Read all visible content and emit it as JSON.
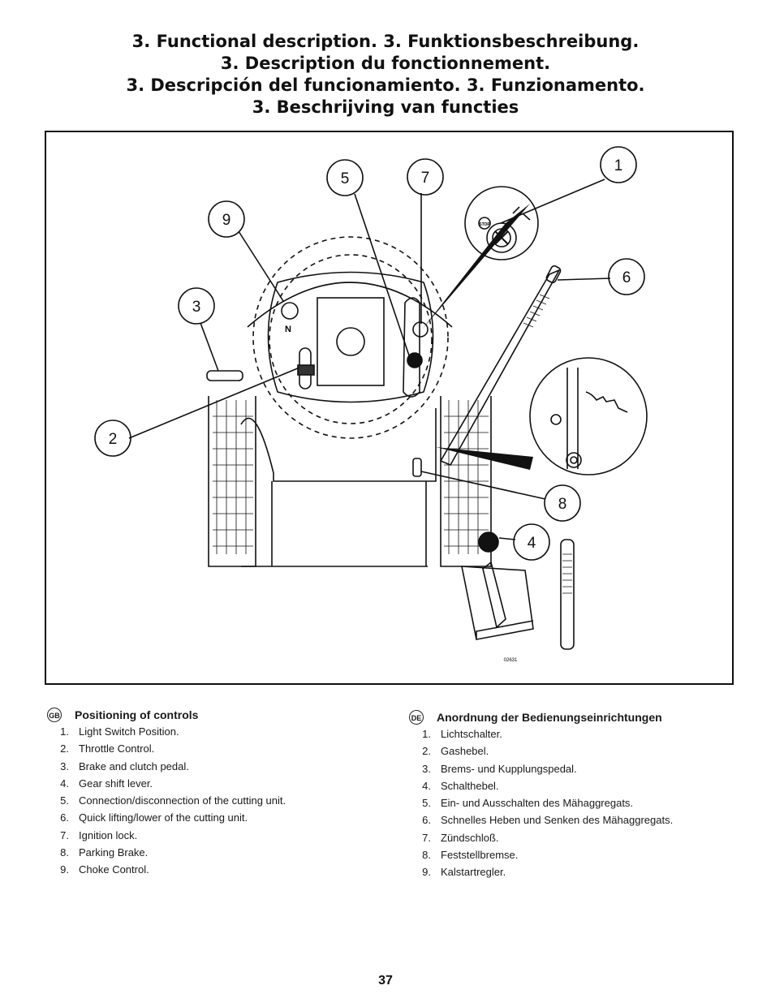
{
  "headings": [
    "3. Functional description.   3. Funktionsbeschreibung.",
    "3. Description du fonctionnement.",
    "3. Descripción del funcionamiento.   3. Funzionamento.",
    "3. Beschrijving van functies"
  ],
  "figure": {
    "callouts": [
      "1",
      "2",
      "3",
      "4",
      "5",
      "6",
      "7",
      "8",
      "9"
    ],
    "neutral_mark": "N",
    "ignition_stop_label": "STOP",
    "figure_code": "02631"
  },
  "sections": [
    {
      "lang": "GB",
      "title": "Positioning of controls",
      "items": [
        {
          "num": "1.",
          "text": "Light Switch Position."
        },
        {
          "num": "2.",
          "text": "Throttle Control."
        },
        {
          "num": "3.",
          "text": "Brake and clutch pedal."
        },
        {
          "num": "4.",
          "text": "Gear shift lever."
        },
        {
          "num": "5.",
          "text": "Connection/disconnection of the cutting unit."
        },
        {
          "num": "6.",
          "text": "Quick lifting/lower of the cutting unit."
        },
        {
          "num": "7.",
          "text": "Ignition lock."
        },
        {
          "num": "8.",
          "text": "Parking Brake."
        },
        {
          "num": "9.",
          "text": "Choke Control."
        }
      ]
    },
    {
      "lang": "DE",
      "title": "Anordnung der Bedienungseinrichtungen",
      "items": [
        {
          "num": "1.",
          "text": "Lichtschalter."
        },
        {
          "num": "2.",
          "text": "Gashebel."
        },
        {
          "num": "3.",
          "text": "Brems- und Kupplungspedal."
        },
        {
          "num": "4.",
          "text": "Schalthebel."
        },
        {
          "num": "5.",
          "text": "Ein- und Ausschalten des Mähaggregats."
        },
        {
          "num": "6.",
          "text": "Schnelles Heben und Senken des Mähaggregats."
        },
        {
          "num": "7.",
          "text": "Zündschloß."
        },
        {
          "num": "8.",
          "text": "Feststellbremse."
        },
        {
          "num": "9.",
          "text": "Kalstartregler."
        }
      ]
    }
  ],
  "page_number": "37"
}
